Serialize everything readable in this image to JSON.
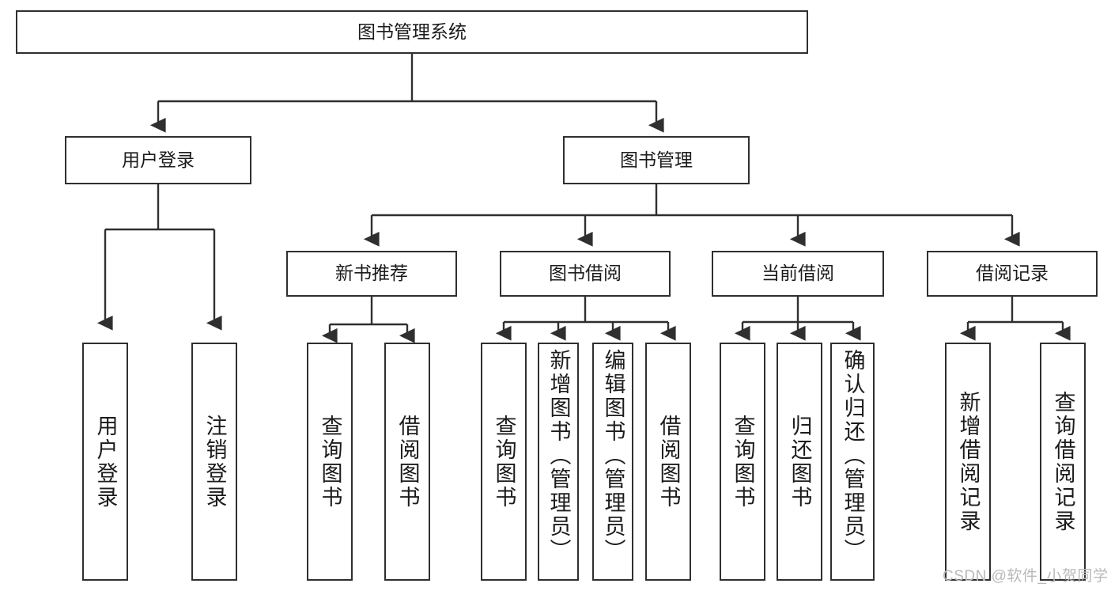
{
  "diagram": {
    "title": "图书管理系统",
    "type": "hierarchy-tree",
    "background_color": "#ffffff",
    "box_border_color": "#2f2f2f",
    "text_color": "#1b1b1b"
  },
  "nodes": {
    "root": {
      "label": "图书管理系统",
      "level": 1
    },
    "level2": [
      {
        "id": "user-login",
        "label": "用户登录"
      },
      {
        "id": "book-management",
        "label": "图书管理"
      }
    ],
    "level3": [
      {
        "id": "new-book-recommend",
        "label": "新书推荐"
      },
      {
        "id": "book-borrow",
        "label": "图书借阅"
      },
      {
        "id": "current-borrow",
        "label": "当前借阅"
      },
      {
        "id": "borrow-record",
        "label": "借阅记录"
      }
    ],
    "leaves": {
      "user-login": [
        {
          "id": "leaf-user-login",
          "label": "用户登录"
        },
        {
          "id": "leaf-logout-login",
          "label": "注销登录"
        }
      ],
      "new-book-recommend": [
        {
          "id": "leaf-query-book-1",
          "label": "查询图书"
        },
        {
          "id": "leaf-borrow-book-1",
          "label": "借阅图书"
        }
      ],
      "book-borrow": [
        {
          "id": "leaf-query-book-2",
          "label": "查询图书"
        },
        {
          "id": "leaf-add-book",
          "label": "新增图书（管理员）"
        },
        {
          "id": "leaf-edit-book",
          "label": "编辑图书（管理员）"
        },
        {
          "id": "leaf-borrow-book-2",
          "label": "借阅图书"
        }
      ],
      "current-borrow": [
        {
          "id": "leaf-query-book-3",
          "label": "查询图书"
        },
        {
          "id": "leaf-return-book",
          "label": "归还图书"
        },
        {
          "id": "leaf-confirm-return",
          "label": "确认归还（管理员）"
        }
      ],
      "borrow-record": [
        {
          "id": "leaf-add-record",
          "label": "新增借阅记录"
        },
        {
          "id": "leaf-query-record",
          "label": "查询借阅记录"
        }
      ]
    }
  },
  "watermark": {
    "text": "CSDN @软件_小贺同学"
  }
}
